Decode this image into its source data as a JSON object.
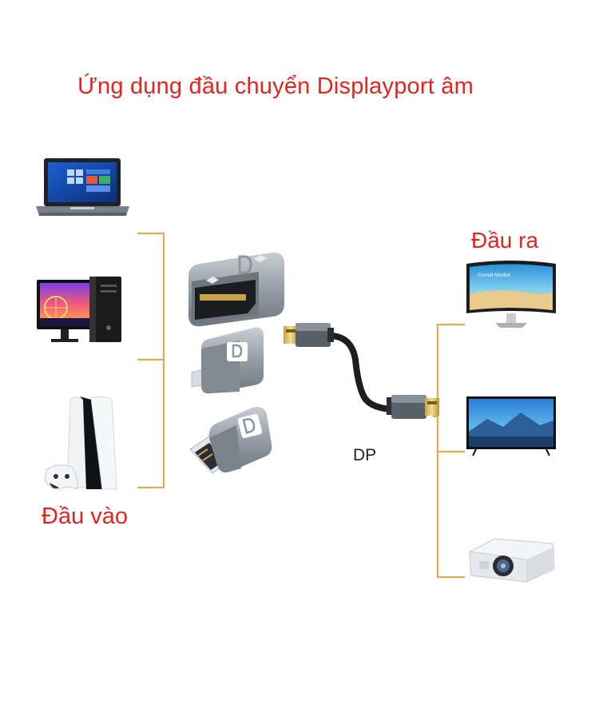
{
  "title": "Ứng dụng đầu chuyển Displayport âm",
  "inputs": {
    "label": "Đầu vào",
    "devices": [
      {
        "name": "laptop",
        "icon": "laptop-icon"
      },
      {
        "name": "desktop-pc",
        "icon": "desktop-pc-icon"
      },
      {
        "name": "game-console",
        "icon": "game-console-icon"
      }
    ]
  },
  "adapters": [
    {
      "name": "displayport-female-adapter",
      "icon": "dp-female-adapter-icon"
    },
    {
      "name": "mini-displayport-adapter",
      "icon": "mini-dp-adapter-icon"
    },
    {
      "name": "displayport-male-adapter",
      "icon": "dp-male-adapter-icon"
    }
  ],
  "cable": {
    "label": "DP"
  },
  "outputs": {
    "label": "Đầu ra",
    "devices": [
      {
        "name": "monitor",
        "icon": "curved-monitor-icon",
        "screen_text": "Curved Monitor"
      },
      {
        "name": "television",
        "icon": "tv-icon"
      },
      {
        "name": "projector",
        "icon": "projector-icon"
      }
    ]
  },
  "colors": {
    "accent_red": "#e8231f",
    "bracket_orange": "#f4a43a",
    "metal_gray": "#8f969d",
    "dark_gray": "#4a4f55"
  }
}
